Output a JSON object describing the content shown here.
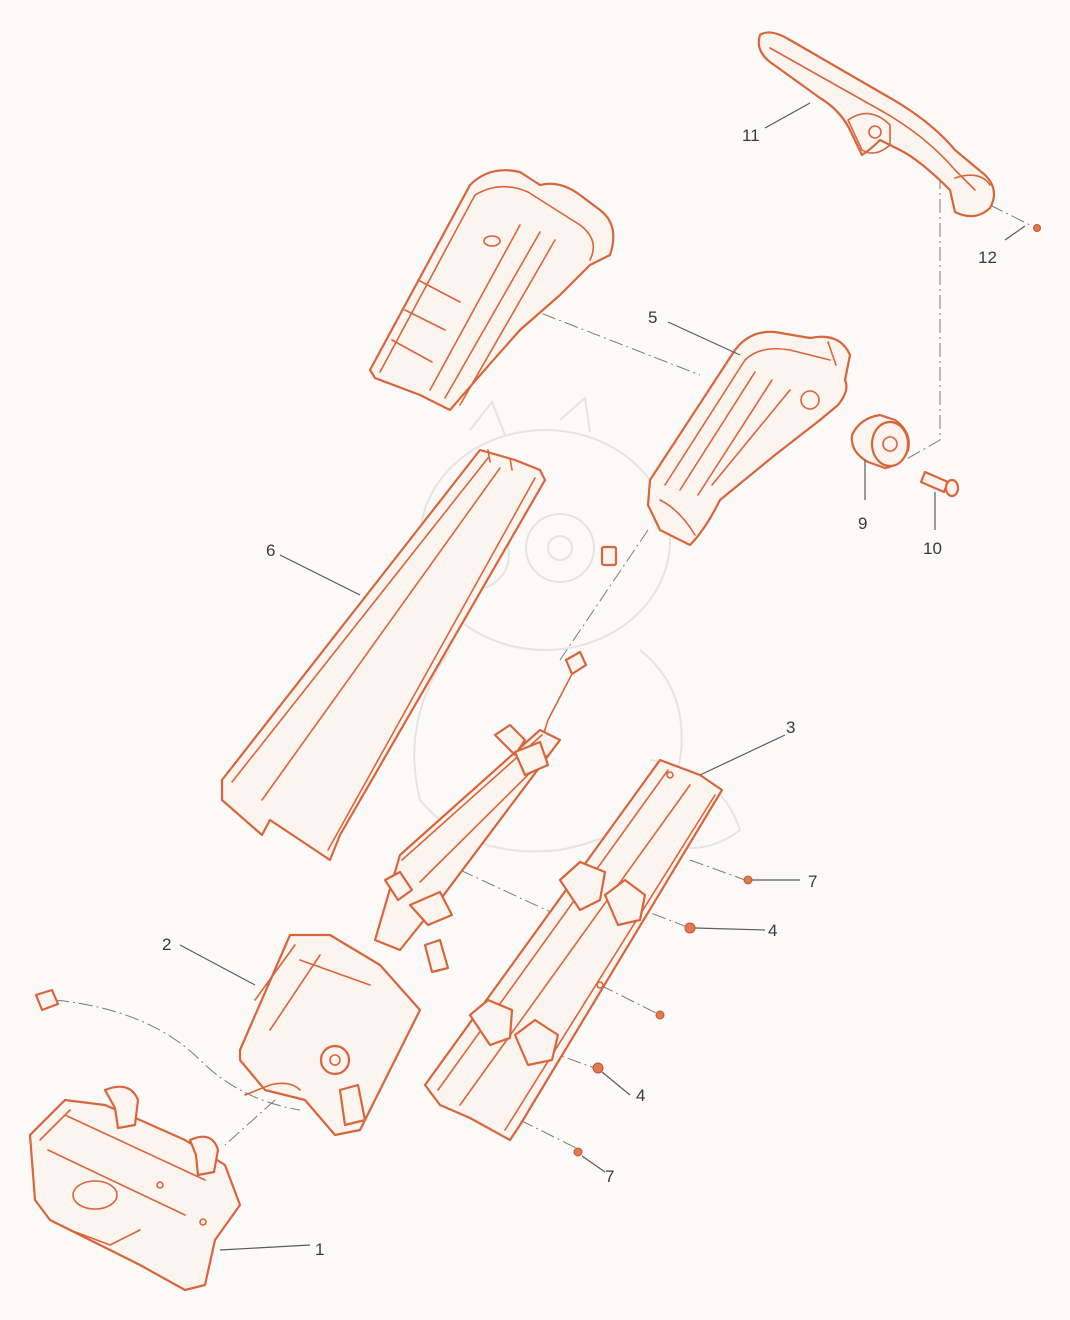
{
  "callouts": [
    {
      "id": "1",
      "text": "1"
    },
    {
      "id": "2",
      "text": "2"
    },
    {
      "id": "3",
      "text": "3"
    },
    {
      "id": "4a",
      "text": "4"
    },
    {
      "id": "4b",
      "text": "4"
    },
    {
      "id": "5",
      "text": "5"
    },
    {
      "id": "6",
      "text": "6"
    },
    {
      "id": "7a",
      "text": "7"
    },
    {
      "id": "7b",
      "text": "7"
    },
    {
      "id": "9",
      "text": "9"
    },
    {
      "id": "10",
      "text": "10"
    },
    {
      "id": "11",
      "text": "11"
    },
    {
      "id": "12",
      "text": "12"
    }
  ],
  "colors": {
    "line": "#d9653a",
    "fill": "#fbf4ef",
    "label": "#3a3a3a",
    "background": "#fbfaf9"
  }
}
